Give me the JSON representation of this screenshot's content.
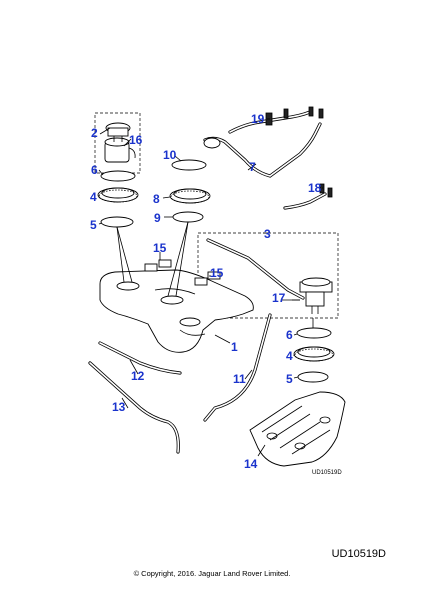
{
  "callouts": {
    "c1": "1",
    "c2": "2",
    "c3": "3",
    "c4a": "4",
    "c4b": "4",
    "c5a": "5",
    "c5b": "5",
    "c6a": "6",
    "c6b": "6",
    "c7": "7",
    "c8": "8",
    "c9": "9",
    "c10": "10",
    "c11": "11",
    "c12": "12",
    "c13": "13",
    "c14": "14",
    "c15a": "15",
    "c15b": "15",
    "c16": "16",
    "c17": "17",
    "c18": "18",
    "c19": "19"
  },
  "diagram_ref_small": "UD10519D",
  "diagram_ref": "UD10519D",
  "copyright": "© Copyright, 2016. Jaguar Land Rover Limited.",
  "colors": {
    "callout": "#1a33cc",
    "line": "#000000"
  }
}
